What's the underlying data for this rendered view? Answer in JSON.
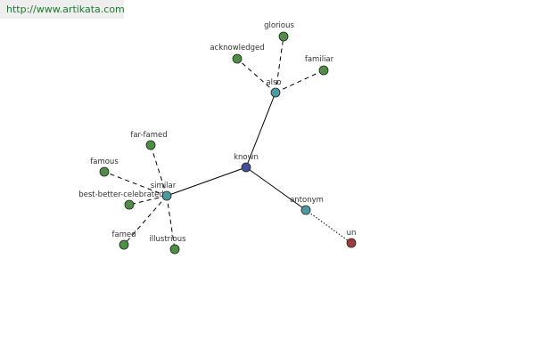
{
  "site_url": "http://www.artikata.com",
  "colors": {
    "center": "#3f4f9a",
    "relation": "#4a9aa0",
    "synonym": "#4f8f45",
    "antonym": "#a03c3c",
    "edge": "#000000",
    "banner_bg": "#eeeeee",
    "url_text": "#1c7a2c"
  },
  "graph": {
    "nodes": [
      {
        "id": "known",
        "label": "known",
        "kind": "center"
      },
      {
        "id": "also",
        "label": "also",
        "kind": "relation"
      },
      {
        "id": "similar",
        "label": "similar",
        "kind": "relation"
      },
      {
        "id": "antonym",
        "label": "antonym",
        "kind": "relation"
      },
      {
        "id": "glorious",
        "label": "glorious",
        "kind": "synonym"
      },
      {
        "id": "acknowledged",
        "label": "acknowledged",
        "kind": "synonym"
      },
      {
        "id": "familiar",
        "label": "familiar",
        "kind": "synonym"
      },
      {
        "id": "far-famed",
        "label": "far-famed",
        "kind": "synonym"
      },
      {
        "id": "famous",
        "label": "famous",
        "kind": "synonym"
      },
      {
        "id": "best-better-celebrated",
        "label": "best-better-celebrated",
        "kind": "synonym"
      },
      {
        "id": "famed",
        "label": "famed",
        "kind": "synonym"
      },
      {
        "id": "illustrious",
        "label": "illustrious",
        "kind": "synonym"
      },
      {
        "id": "un",
        "label": "un",
        "kind": "antonym"
      }
    ],
    "edges": [
      {
        "from": "known",
        "to": "also",
        "style": "solid"
      },
      {
        "from": "known",
        "to": "similar",
        "style": "solid"
      },
      {
        "from": "known",
        "to": "antonym",
        "style": "solid"
      },
      {
        "from": "also",
        "to": "glorious",
        "style": "dashed"
      },
      {
        "from": "also",
        "to": "acknowledged",
        "style": "dashed"
      },
      {
        "from": "also",
        "to": "familiar",
        "style": "dashed"
      },
      {
        "from": "similar",
        "to": "far-famed",
        "style": "dashed"
      },
      {
        "from": "similar",
        "to": "famous",
        "style": "dashed"
      },
      {
        "from": "similar",
        "to": "best-better-celebrated",
        "style": "dashed"
      },
      {
        "from": "similar",
        "to": "famed",
        "style": "dashed"
      },
      {
        "from": "similar",
        "to": "illustrious",
        "style": "dashed"
      },
      {
        "from": "antonym",
        "to": "un",
        "style": "dotted"
      }
    ]
  }
}
